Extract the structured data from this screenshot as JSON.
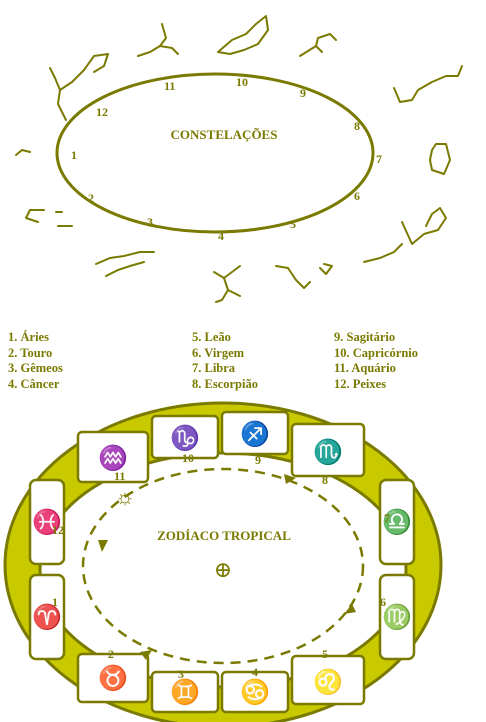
{
  "colors": {
    "ink": "#7a7a00",
    "ring": "#c9c900",
    "paper": "#ffffff"
  },
  "top_diagram": {
    "title": "CONSTELAÇÕES",
    "numbers": [
      "1",
      "2",
      "3",
      "4",
      "5",
      "6",
      "7",
      "8",
      "9",
      "10",
      "11",
      "12"
    ]
  },
  "legend": {
    "col1": [
      "1. Áries",
      "2. Touro",
      "3. Gêmeos",
      "4. Câncer"
    ],
    "col2": [
      "5. Leão",
      "6. Virgem",
      "7. Libra",
      "8. Escorpião"
    ],
    "col3": [
      "9. Sagitário",
      "10. Capricórnio",
      "11. Aquário",
      "12. Peixes"
    ]
  },
  "bottom_diagram": {
    "title": "ZODÍACO TROPICAL",
    "numbers": [
      "1",
      "2",
      "3",
      "4",
      "5",
      "6",
      "7",
      "8",
      "9",
      "10",
      "11",
      "12"
    ],
    "center_symbol": "⊕",
    "sun_symbol": "☼",
    "signs": [
      "♒",
      "♑",
      "♐",
      "♏",
      "♎",
      "♍",
      "♌",
      "♋",
      "♊",
      "♉",
      "♈",
      "♓"
    ]
  }
}
